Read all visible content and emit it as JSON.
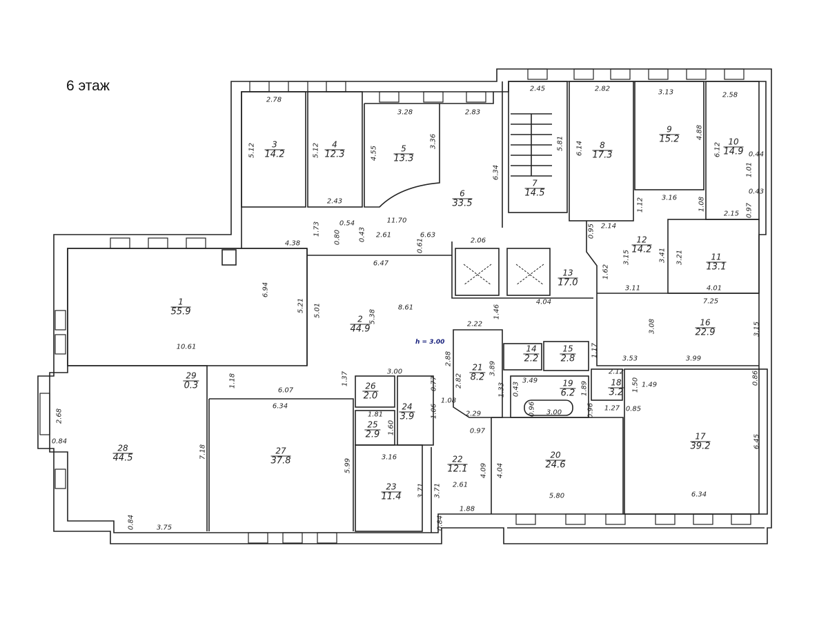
{
  "title": "6 этаж",
  "height_note": "h = 3.00",
  "colors": {
    "walls": "#222222",
    "note": "#1a237e"
  },
  "rooms": [
    {
      "num": "1",
      "area": "55.9"
    },
    {
      "num": "2",
      "area": "44.9"
    },
    {
      "num": "3",
      "area": "14.2"
    },
    {
      "num": "4",
      "area": "12.3"
    },
    {
      "num": "5",
      "area": "13.3"
    },
    {
      "num": "6",
      "area": "33.5"
    },
    {
      "num": "7",
      "area": "14.5"
    },
    {
      "num": "8",
      "area": "17.3"
    },
    {
      "num": "9",
      "area": "15.2"
    },
    {
      "num": "10",
      "area": "14.9"
    },
    {
      "num": "11",
      "area": "13.1"
    },
    {
      "num": "12",
      "area": "14.2"
    },
    {
      "num": "13",
      "area": "17.0"
    },
    {
      "num": "14",
      "area": "2.2"
    },
    {
      "num": "15",
      "area": "2.8"
    },
    {
      "num": "16",
      "area": "22.9"
    },
    {
      "num": "17",
      "area": "39.2"
    },
    {
      "num": "18",
      "area": "3.2"
    },
    {
      "num": "19",
      "area": "6.2"
    },
    {
      "num": "20",
      "area": "24.6"
    },
    {
      "num": "21",
      "area": "8.2"
    },
    {
      "num": "22",
      "area": "12.1"
    },
    {
      "num": "23",
      "area": "11.4"
    },
    {
      "num": "24",
      "area": "3.9"
    },
    {
      "num": "25",
      "area": "2.9"
    },
    {
      "num": "26",
      "area": "2.0"
    },
    {
      "num": "27",
      "area": "37.8"
    },
    {
      "num": "28",
      "area": "44.5"
    },
    {
      "num": "29",
      "area": "0.3"
    }
  ],
  "dimensions": [
    "2.78",
    "5.12",
    "5.12",
    "3.28",
    "2.83",
    "4.55",
    "3.36",
    "6.34",
    "2.43",
    "1.73",
    "0.54",
    "0.43",
    "0.80",
    "11.70",
    "2.61",
    "6.63",
    "0.61",
    "4.38",
    "6.47",
    "2.06",
    "2.45",
    "5.81",
    "2.82",
    "6.14",
    "3.13",
    "4.88",
    "2.58",
    "6.12",
    "0.44",
    "1.01",
    "0.43",
    "0.97",
    "2.15",
    "3.16",
    "1.12",
    "1.08",
    "0.95",
    "2.14",
    "3.15",
    "3.41",
    "3.21",
    "1.62",
    "3.11",
    "4.01",
    "4.04",
    "7.25",
    "3.08",
    "3.15",
    "1.17",
    "3.53",
    "3.99",
    "6.94",
    "5.21",
    "5.01",
    "5.38",
    "8.61",
    "1.46",
    "10.61",
    "2.22",
    "2.88",
    "2.82",
    "3.89",
    "1.33",
    "2.29",
    "1.37",
    "3.00",
    "0.77",
    "1.08",
    "1.06",
    "1.18",
    "6.07",
    "6.34",
    "2.68",
    "0.84",
    "7.18",
    "1.81",
    "1.60",
    "3.16",
    "5.99",
    "3.71",
    "3.71",
    "2.61",
    "4.09",
    "4.04",
    "0.97",
    "3.49",
    "0.43",
    "1.89",
    "0.96",
    "3.00",
    "2.12",
    "1.50",
    "1.49",
    "0.86",
    "0.96",
    "1.27",
    "0.85",
    "6.45",
    "6.34",
    "5.80",
    "1.88",
    "0.84",
    "0.84",
    "3.75"
  ]
}
